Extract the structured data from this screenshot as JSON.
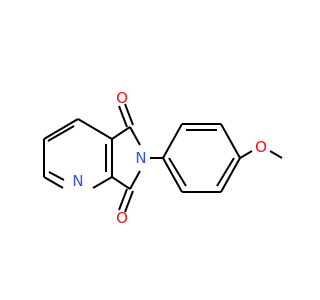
{
  "molecule": {
    "atoms": {
      "O_top": "O",
      "O_bottom": "O",
      "N_imide": "N",
      "N_pyridine": "N",
      "O_methoxy": "O"
    }
  },
  "colors": {
    "oxygen": "#ff0d0d",
    "nitrogen": "#3050f8",
    "bond": "#000000",
    "background": "#ffffff"
  }
}
